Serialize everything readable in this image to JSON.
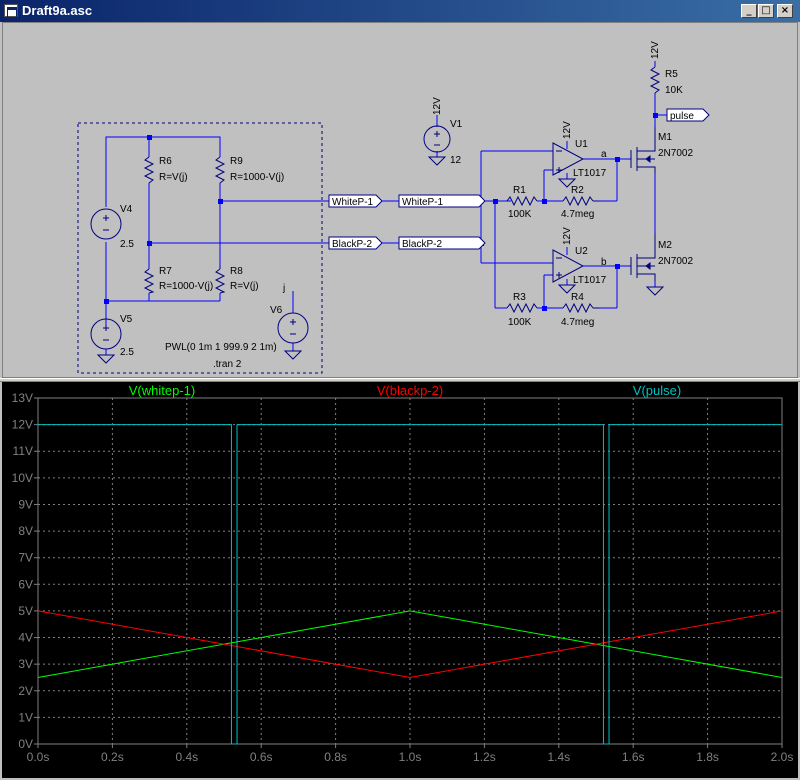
{
  "window": {
    "title": "Draft9a.asc",
    "buttons": [
      "_",
      "□",
      "×"
    ]
  },
  "icons": {
    "app": "schematic-icon",
    "minimize": "minimize-icon",
    "maximize": "maximize-icon",
    "close": "close-icon",
    "ground": "ground-icon",
    "resistor": "resistor-icon",
    "voltage_source": "voltage-source-icon",
    "opamp": "opamp-icon",
    "mosfet": "mosfet-icon"
  },
  "schematic": {
    "V1": {
      "name": "V1",
      "value": "12",
      "rail": "12V"
    },
    "V4": {
      "name": "V4",
      "value": "2.5"
    },
    "V5": {
      "name": "V5",
      "value": "2.5"
    },
    "V6": {
      "name": "V6",
      "node": "j",
      "value": "PWL(0 1m 1 999.9 2 1m)"
    },
    "R6": {
      "name": "R6",
      "value": "R=V(j)"
    },
    "R9": {
      "name": "R9",
      "value": "R=1000-V(j)"
    },
    "R7": {
      "name": "R7",
      "value": "R=1000-V(j)"
    },
    "R8": {
      "name": "R8",
      "value": "R=V(j)"
    },
    "R1": {
      "name": "R1",
      "value": "100K"
    },
    "R2": {
      "name": "R2",
      "value": "4.7meg"
    },
    "R3": {
      "name": "R3",
      "value": "100K"
    },
    "R4": {
      "name": "R4",
      "value": "4.7meg"
    },
    "R5": {
      "name": "R5",
      "value": "10K",
      "rail": "12V"
    },
    "U1": {
      "name": "U1",
      "part": "LT1017",
      "rail": "12V",
      "node": "a"
    },
    "U2": {
      "name": "U2",
      "part": "LT1017",
      "rail": "12V",
      "node": "b"
    },
    "M1": {
      "name": "M1",
      "part": "2N7002"
    },
    "M2": {
      "name": "M2",
      "part": "2N7002"
    },
    "net_labels": {
      "whitep": "WhiteP-1",
      "blackp": "BlackP-2",
      "pulse": "pulse"
    },
    "directive": ".tran 2"
  },
  "colors": {
    "wire": "#0000ff",
    "component": "#000080",
    "whitep": "#00ff00",
    "blackp": "#ff0000",
    "pulse": "#00c0c0",
    "grid": "#808080",
    "axis_text": "#808080",
    "background": "#000000"
  },
  "chart_data": {
    "type": "line",
    "xlabel": "",
    "ylabel": "",
    "xlim": [
      0,
      2
    ],
    "ylim": [
      0,
      13
    ],
    "x_ticks": [
      "0.0s",
      "0.2s",
      "0.4s",
      "0.6s",
      "0.8s",
      "1.0s",
      "1.2s",
      "1.4s",
      "1.6s",
      "1.8s",
      "2.0s"
    ],
    "y_ticks": [
      "0V",
      "1V",
      "2V",
      "3V",
      "4V",
      "5V",
      "6V",
      "7V",
      "8V",
      "9V",
      "10V",
      "11V",
      "12V",
      "13V"
    ],
    "series": [
      {
        "name": "V(whitep-1)",
        "color": "#00ff00",
        "points": [
          [
            0,
            2.5
          ],
          [
            1.0,
            5.0
          ],
          [
            2.0,
            2.5
          ]
        ]
      },
      {
        "name": "V(blackp-2)",
        "color": "#ff0000",
        "points": [
          [
            0,
            5.0
          ],
          [
            1.0,
            2.5
          ],
          [
            2.0,
            5.0
          ]
        ]
      },
      {
        "name": "V(pulse)",
        "color": "#00c0c0",
        "points": [
          [
            0,
            12
          ],
          [
            0.52,
            12
          ],
          [
            0.52,
            0
          ],
          [
            0.535,
            0
          ],
          [
            0.535,
            12
          ],
          [
            1.52,
            12
          ],
          [
            1.52,
            0
          ],
          [
            1.535,
            0
          ],
          [
            1.535,
            12
          ],
          [
            2.0,
            12
          ]
        ]
      }
    ]
  }
}
